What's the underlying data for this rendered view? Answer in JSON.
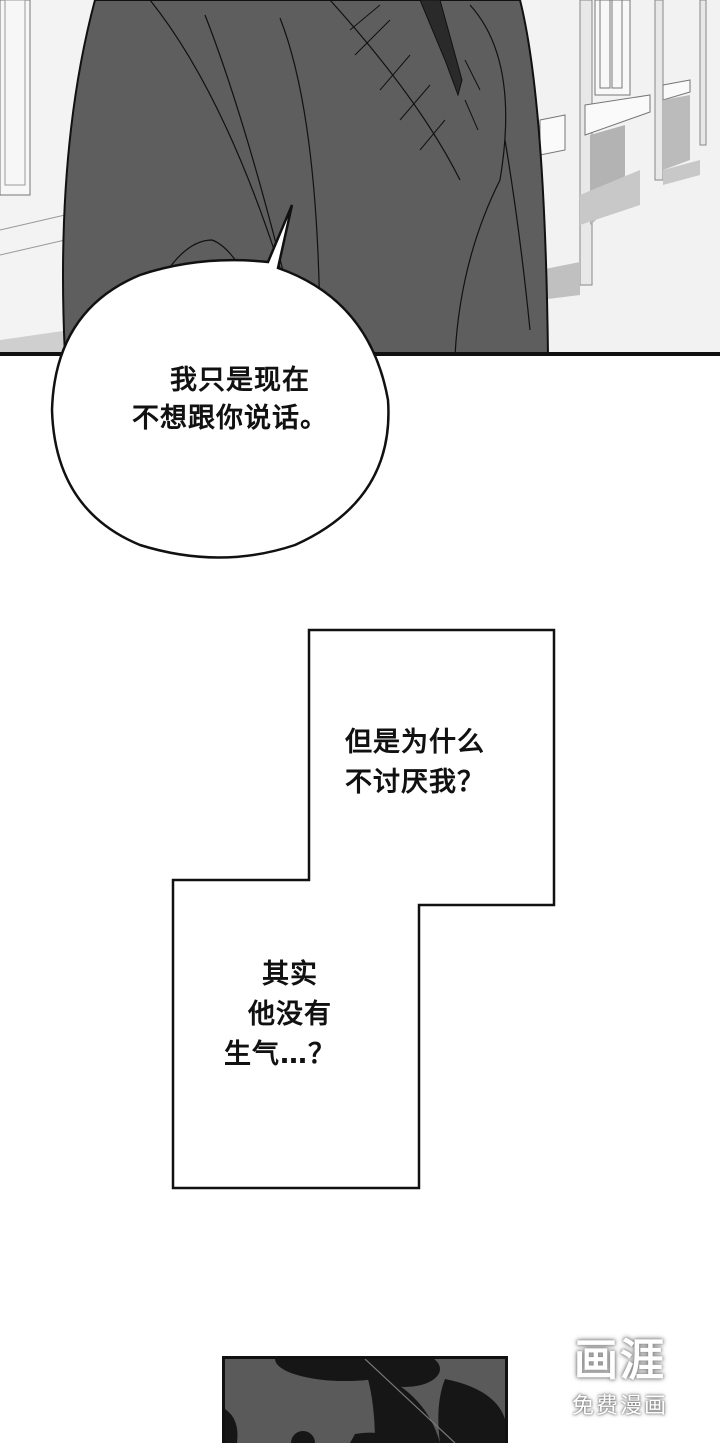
{
  "comic": {
    "panels": [
      {
        "id": "panel-1",
        "scene": "hallway-with-figure-in-gray-cardigan",
        "speech_bubble": {
          "lines": [
            "我只是现在",
            "不想跟你说话。"
          ]
        }
      },
      {
        "id": "narration",
        "boxes": [
          {
            "lines": [
              "但是为什么",
              "不讨厌我？"
            ]
          },
          {
            "lines": [
              "其实",
              "他没有",
              "生气…？"
            ]
          }
        ]
      },
      {
        "id": "panel-2",
        "scene": "dark-leaves-silhouette"
      }
    ]
  },
  "watermark": {
    "logo": "画涯",
    "subtitle": "免费漫画"
  },
  "colors": {
    "ink": "#111111",
    "cardigan": "#5e5e5e",
    "hallway": "#f0f0f0",
    "leaves_bg": "#5a5a5a",
    "leaves": "#161616"
  }
}
